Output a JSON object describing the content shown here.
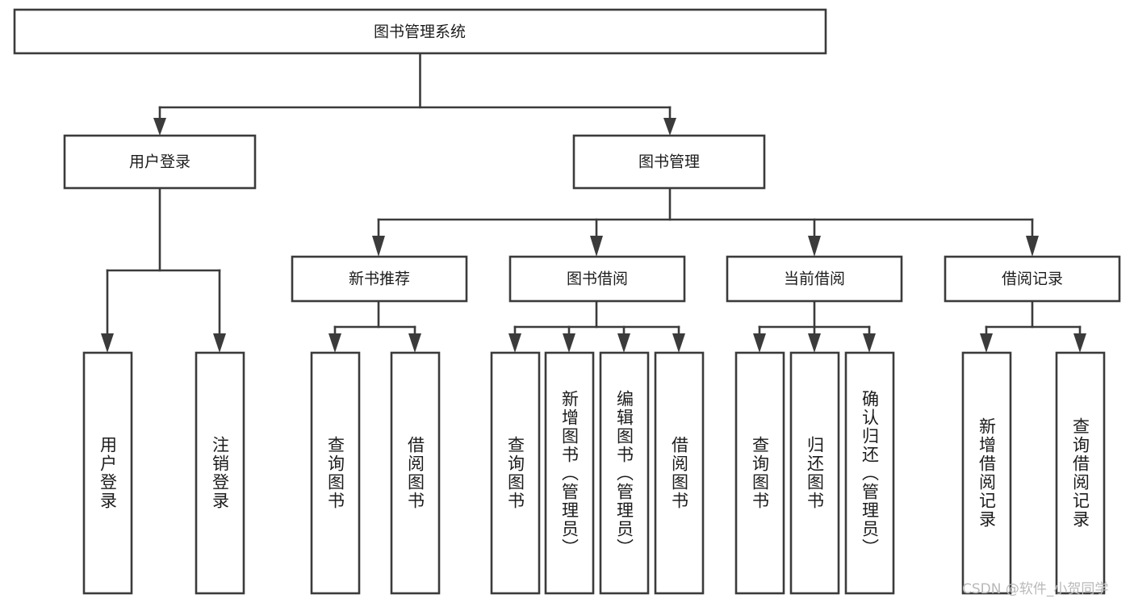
{
  "diagram": {
    "title": "图书管理系统",
    "type": "hierarchy-tree",
    "root": {
      "label": "图书管理系统"
    },
    "level2": [
      {
        "label": "用户登录"
      },
      {
        "label": "图书管理"
      }
    ],
    "level3": [
      {
        "label": "新书推荐"
      },
      {
        "label": "图书借阅"
      },
      {
        "label": "当前借阅"
      },
      {
        "label": "借阅记录"
      }
    ],
    "leaves": {
      "user_login": [
        {
          "label": "用户登录"
        },
        {
          "label": "注销登录"
        }
      ],
      "new_book_recommend": [
        {
          "label": "查询图书"
        },
        {
          "label": "借阅图书"
        }
      ],
      "book_borrow": [
        {
          "label": "查询图书"
        },
        {
          "label": "新增图书（管理员）"
        },
        {
          "label": "编辑图书（管理员）"
        },
        {
          "label": "借阅图书"
        }
      ],
      "current_borrow": [
        {
          "label": "查询图书"
        },
        {
          "label": "归还图书"
        },
        {
          "label": "确认归还（管理员）"
        }
      ],
      "borrow_record": [
        {
          "label": "新增借阅记录"
        },
        {
          "label": "查询借阅记录"
        }
      ]
    }
  },
  "watermark": {
    "text": "CSDN @软件_小贺同学"
  },
  "colors": {
    "stroke": "#3b3b3b",
    "box_fill": "#ffffff",
    "text": "#1c1c1c",
    "watermark": "#b9b9b9",
    "background": "#ffffff"
  }
}
